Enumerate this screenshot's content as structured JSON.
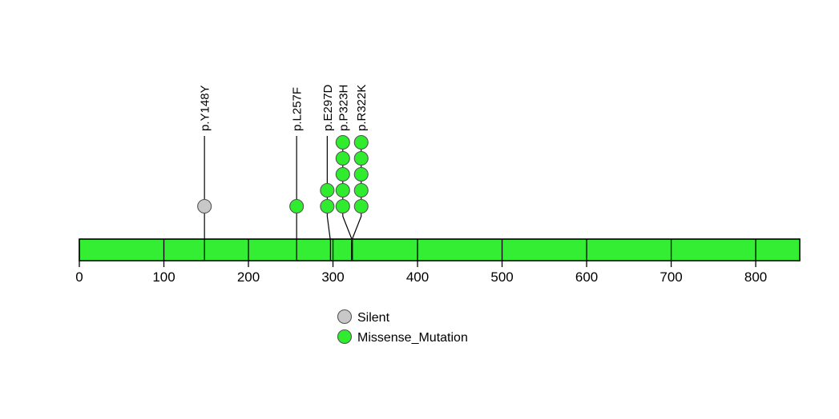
{
  "chart_data": {
    "type": "scatter",
    "title": "",
    "xlabel": "",
    "ylabel": "",
    "xlim": [
      0,
      852
    ],
    "grid": false,
    "protein_length": 852,
    "axis_ticks": [
      {
        "value": 0,
        "label": "0"
      },
      {
        "value": 100,
        "label": "100"
      },
      {
        "value": 200,
        "label": "200"
      },
      {
        "value": 300,
        "label": "300"
      },
      {
        "value": 400,
        "label": "400"
      },
      {
        "value": 500,
        "label": "500"
      },
      {
        "value": 600,
        "label": "600"
      },
      {
        "value": 700,
        "label": "700"
      },
      {
        "value": 800,
        "label": "800"
      }
    ],
    "mutations": [
      {
        "label": "p.Y148Y",
        "position": 148,
        "count": 1,
        "type": "Silent",
        "color": "#c8c8c8",
        "stem_bend": 0
      },
      {
        "label": "p.L257F",
        "position": 257,
        "count": 1,
        "type": "Missense_Mutation",
        "color": "#2fec2f",
        "stem_bend": 0
      },
      {
        "label": "p.E297D",
        "position": 297,
        "count": 2,
        "type": "Missense_Mutation",
        "color": "#2fec2f",
        "stem_bend": -4
      },
      {
        "label": "p.R322K",
        "position": 322,
        "count": 5,
        "type": "Missense_Mutation",
        "color": "#2fec2f",
        "stem_bend": 12
      },
      {
        "label": "p.P323H",
        "position": 323,
        "count": 5,
        "type": "Missense_Mutation",
        "color": "#2fec2f",
        "stem_bend": -12
      }
    ],
    "legend": {
      "position": "bottom-center",
      "entries": [
        {
          "label": "Silent",
          "color": "#c8c8c8"
        },
        {
          "label": "Missense_Mutation",
          "color": "#2fec2f"
        }
      ]
    },
    "domain_bar": {
      "color": "#33ee33",
      "start": 0,
      "end": 852
    }
  }
}
